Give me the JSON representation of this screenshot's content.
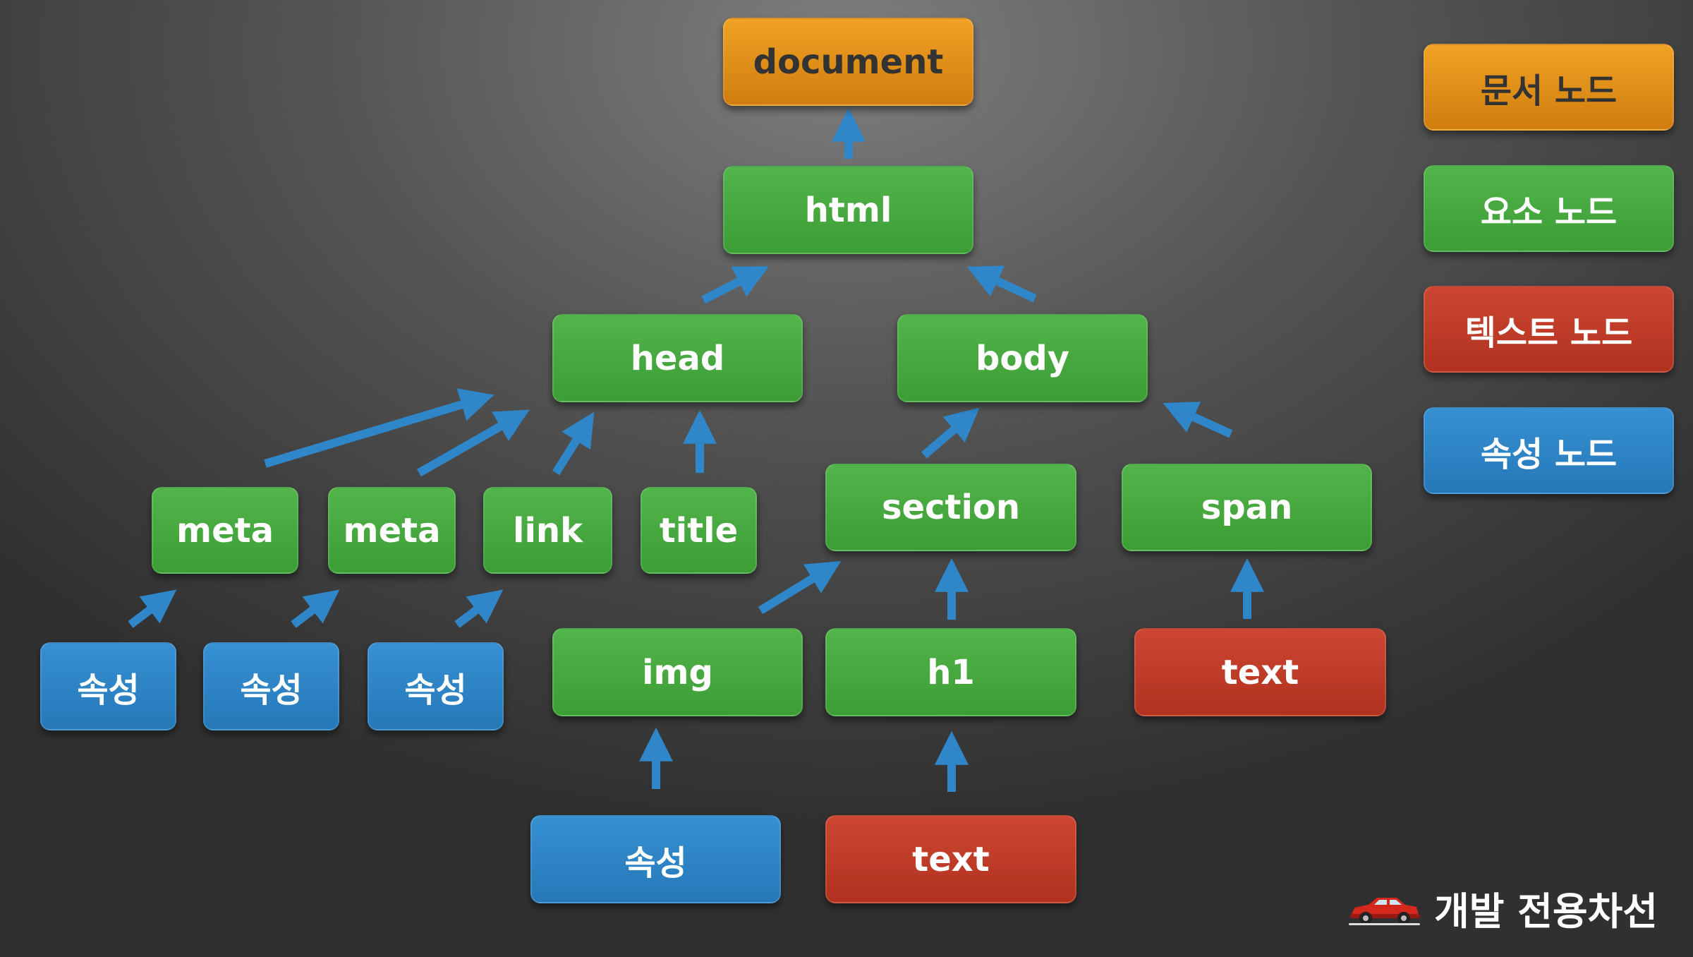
{
  "nodes": {
    "document": "document",
    "html": "html",
    "head": "head",
    "body": "body",
    "meta1": "meta",
    "meta2": "meta",
    "link": "link",
    "title": "title",
    "section": "section",
    "span": "span",
    "attr1": "속성",
    "attr2": "속성",
    "attr3": "속성",
    "img": "img",
    "h1": "h1",
    "text_span": "text",
    "attr_img": "속성",
    "text_h1": "text"
  },
  "legend": {
    "document_node": "문서 노드",
    "element_node": "요소 노드",
    "text_node": "텍스트 노드",
    "attribute_node": "속성 노드"
  },
  "colors": {
    "document": "#e38f1b",
    "element": "#46a83f",
    "text": "#bf3c28",
    "attribute": "#2f86c8",
    "arrow": "#2f86c8"
  },
  "brand": {
    "label": "개발 전용차선",
    "icon": "red-car-icon"
  }
}
